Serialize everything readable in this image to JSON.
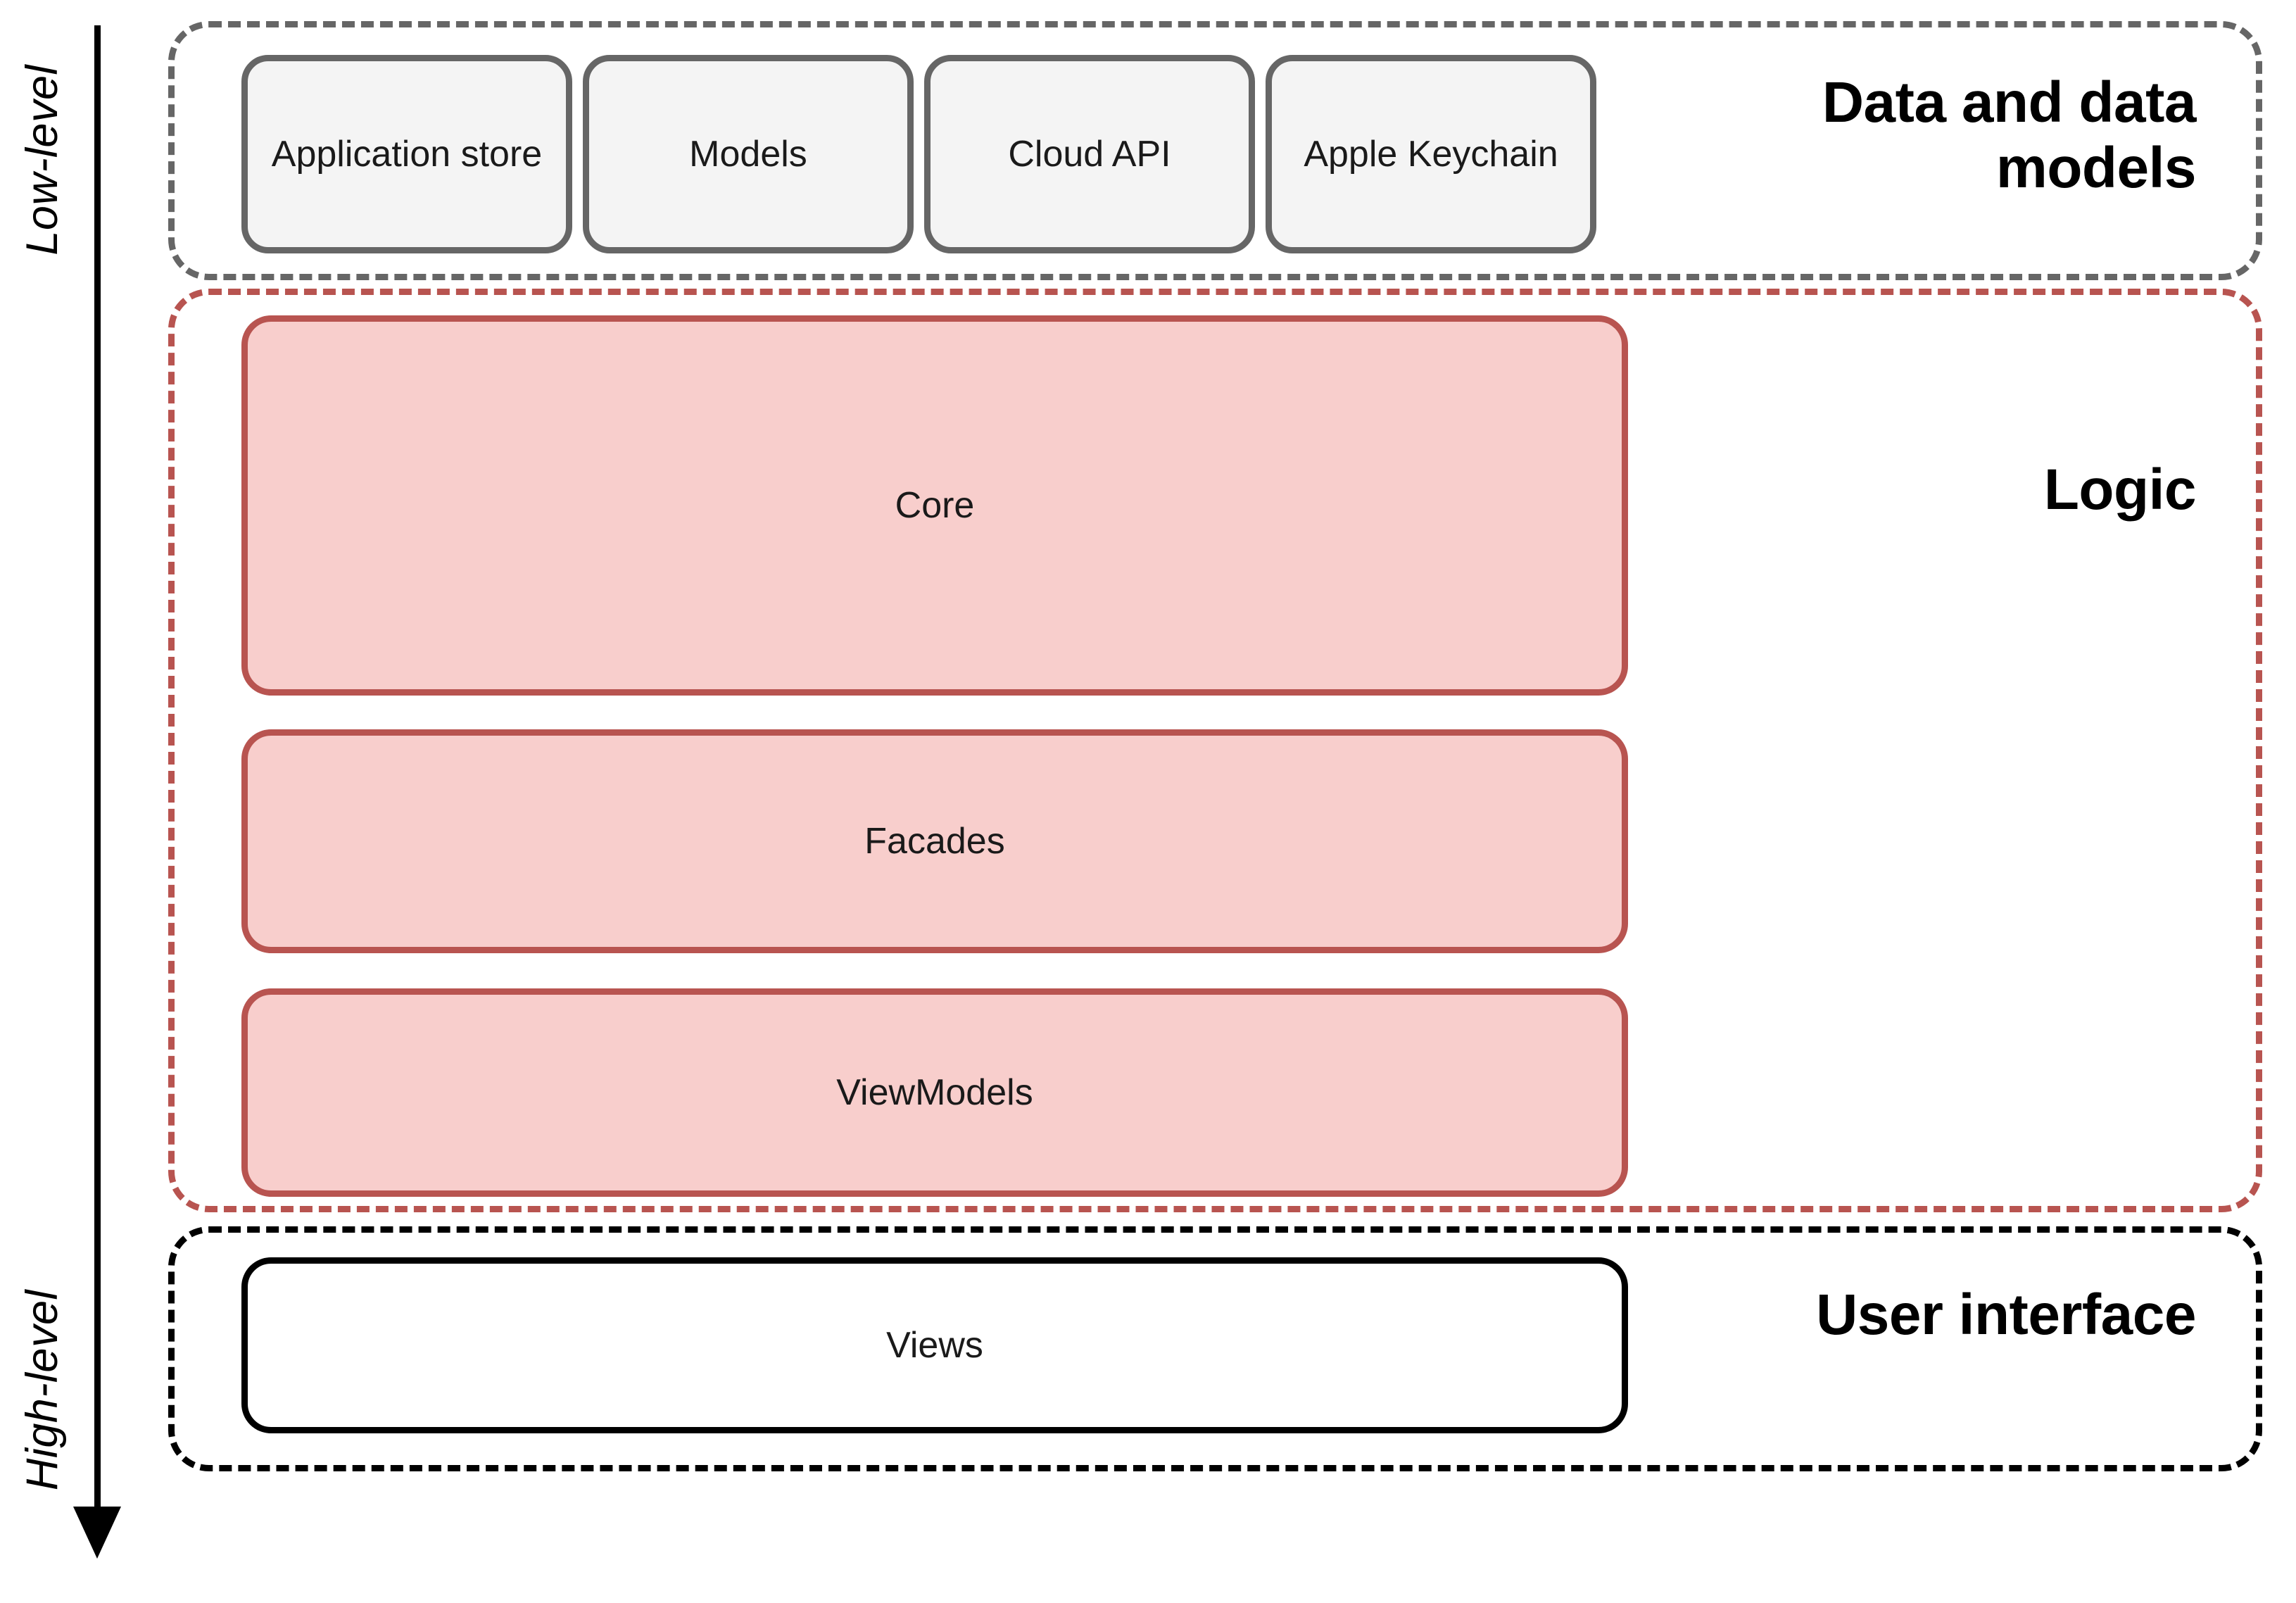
{
  "axis": {
    "top_label": "Low-level",
    "bottom_label": "High-level",
    "arrow_direction": "down"
  },
  "layers": [
    {
      "id": "data",
      "title": "Data and data models",
      "border_color": "#666666",
      "border_style": "dashed",
      "nodes": [
        {
          "label": "Application store",
          "fill": "#f4f4f4",
          "border": "#666666"
        },
        {
          "label": "Models",
          "fill": "#f4f4f4",
          "border": "#666666"
        },
        {
          "label": "Cloud API",
          "fill": "#f4f4f4",
          "border": "#666666"
        },
        {
          "label": "Apple Keychain",
          "fill": "#f4f4f4",
          "border": "#666666"
        }
      ]
    },
    {
      "id": "logic",
      "title": "Logic",
      "border_color": "#b85450",
      "border_style": "dashed",
      "nodes": [
        {
          "label": "Core",
          "fill": "#f8cecc",
          "border": "#b85450"
        },
        {
          "label": "Facades",
          "fill": "#f8cecc",
          "border": "#b85450"
        },
        {
          "label": "ViewModels",
          "fill": "#f8cecc",
          "border": "#b85450"
        }
      ]
    },
    {
      "id": "ui",
      "title": "User interface",
      "border_color": "#000000",
      "border_style": "dashed",
      "nodes": [
        {
          "label": "Views",
          "fill": "#ffffff",
          "border": "#000000"
        }
      ]
    }
  ],
  "colors": {
    "accent_red_border": "#b85450",
    "accent_red_fill": "#f8cecc",
    "gray_border": "#666666",
    "gray_fill": "#f4f4f4",
    "black": "#000000",
    "background": "#ffffff"
  }
}
